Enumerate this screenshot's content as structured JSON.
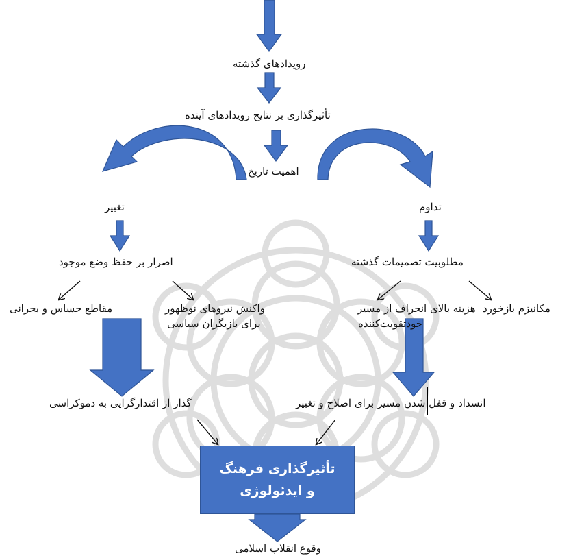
{
  "colors": {
    "arrow_fill": "#4472c4",
    "arrow_stroke": "#2f5597",
    "box_fill": "#4472c4",
    "watermark": "#c8c8c8"
  },
  "nodes": {
    "past_events": "رویدادهای گذشته",
    "influence_future": "تأثیرگذاری بر نتایج رویدادهای آینده",
    "history_importance": "اهمیت تاریخ",
    "change": "تغییر",
    "continuity": "تداوم",
    "status_quo": "اصرار بر حفظ وضع موجود",
    "desirability": "مطلوبیت تصمیمات گذشته",
    "critical_junctures": "مقاطع حساس و بحرانی",
    "emerging_forces": "واکنش نیروهای نوظهور",
    "emerging_forces_2": "برای بازیگران سیاسی",
    "high_cost": "هزینه بالای انحراف از مسیر",
    "high_cost_2": "خودتقویت‌کننده",
    "feedback": "مکانیزم بازخورد",
    "transition": "گذار از اقتدارگرایی به دموکراسی",
    "blockage": "انسداد و قفل شدن مسیر برای اصلاح و تغییر",
    "central_box_line1": "تأثیرگذاری فرهنگ",
    "central_box_line2": "و ایدئولوژی",
    "outcome": "وقوع انقلاب اسلامی"
  }
}
